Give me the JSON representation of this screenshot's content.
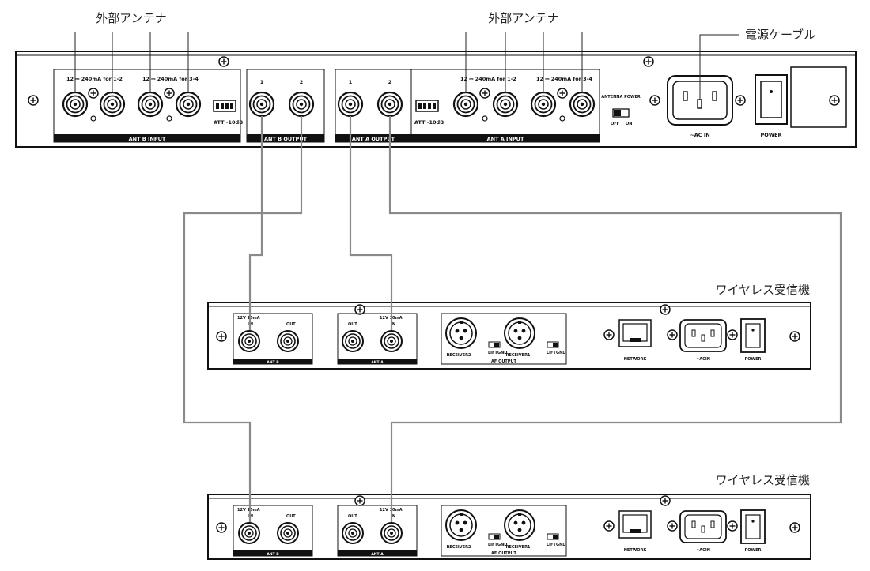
{
  "captions": {
    "external_antenna_left": "外部アンテナ",
    "external_antenna_right": "外部アンテナ",
    "power_cable": "電源ケーブル",
    "receiver_1": "ワイヤレス受信機",
    "receiver_2": "ワイヤレス受信機"
  },
  "distributor": {
    "power_note": "12 ⎓ 240mA for 1-2",
    "power_note_2": "12 ⎓ 240mA for 3-4",
    "ant_b_input": "ANT B INPUT",
    "ant_a_input": "ANT A INPUT",
    "ant_b_output": "ANT B OUTPUT",
    "ant_a_output": "ANT A OUTPUT",
    "output_1": "1",
    "output_2": "2",
    "att": "ATT -10dB",
    "antenna_power": "ANTENNA POWER",
    "off": "OFF",
    "on": "ON",
    "ac_in": "~AC IN",
    "power": "POWER"
  },
  "receiver": {
    "power_12v": "12V 10mA",
    "out": "OUT",
    "in": "IN",
    "ant_b": "ANT B",
    "ant_a": "ANT A",
    "receiver2": "RECEIVER2",
    "receiver1": "RECEIVER1",
    "af_output": "AF OUTPUT",
    "lift": "LIFT",
    "gnd": "GND",
    "network": "NETWORK",
    "ac_in": "~ACIN",
    "power": "POWER"
  },
  "colors": {
    "cable": "#8a8a8a",
    "panel_outline": "#111111",
    "label_strip": "#111111"
  }
}
